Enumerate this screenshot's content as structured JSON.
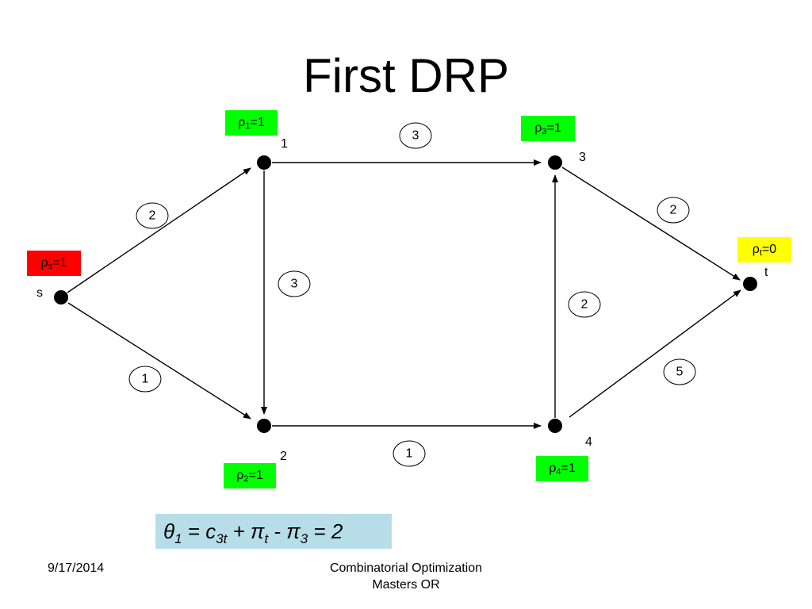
{
  "title": "First DRP",
  "colors": {
    "potential_green": "#00ff00",
    "potential_red": "#ff0000",
    "potential_yellow": "#ffff00",
    "formula_bg": "#b7dde8"
  },
  "nodes": {
    "s": "s",
    "n1": "1",
    "n2": "2",
    "n3": "3",
    "n4": "4",
    "t": "t"
  },
  "edge_weights": {
    "s_1": "2",
    "s_2": "1",
    "n1_n2": "3",
    "n1_n3": "3",
    "n2_n4": "1",
    "n4_n3": "2",
    "n3_t": "2",
    "n4_t": "5"
  },
  "potentials": {
    "s": {
      "symbol": "ρ",
      "sub": "s",
      "value": "=1"
    },
    "n1": {
      "symbol": "ρ",
      "sub": "1",
      "value": "=1"
    },
    "n2": {
      "symbol": "ρ",
      "sub": "2",
      "value": "=1"
    },
    "n3": {
      "symbol": "ρ",
      "sub": "3",
      "value": "=1"
    },
    "n4": {
      "symbol": "ρ",
      "sub": "4",
      "value": "=1"
    },
    "t": {
      "symbol": "ρ",
      "sub": "t",
      "value": "=0"
    }
  },
  "formula": {
    "theta": "θ",
    "theta_sub": "1",
    "eq1": " = c",
    "c_sub": "3t",
    "plus": " + π",
    "pi_t_sub": "t",
    "minus": " -  π",
    "pi3_sub": "3",
    "result": " = 2"
  },
  "footer": {
    "date": "9/17/2014",
    "line1": "Combinatorial Optimization",
    "line2": "Masters OR"
  }
}
